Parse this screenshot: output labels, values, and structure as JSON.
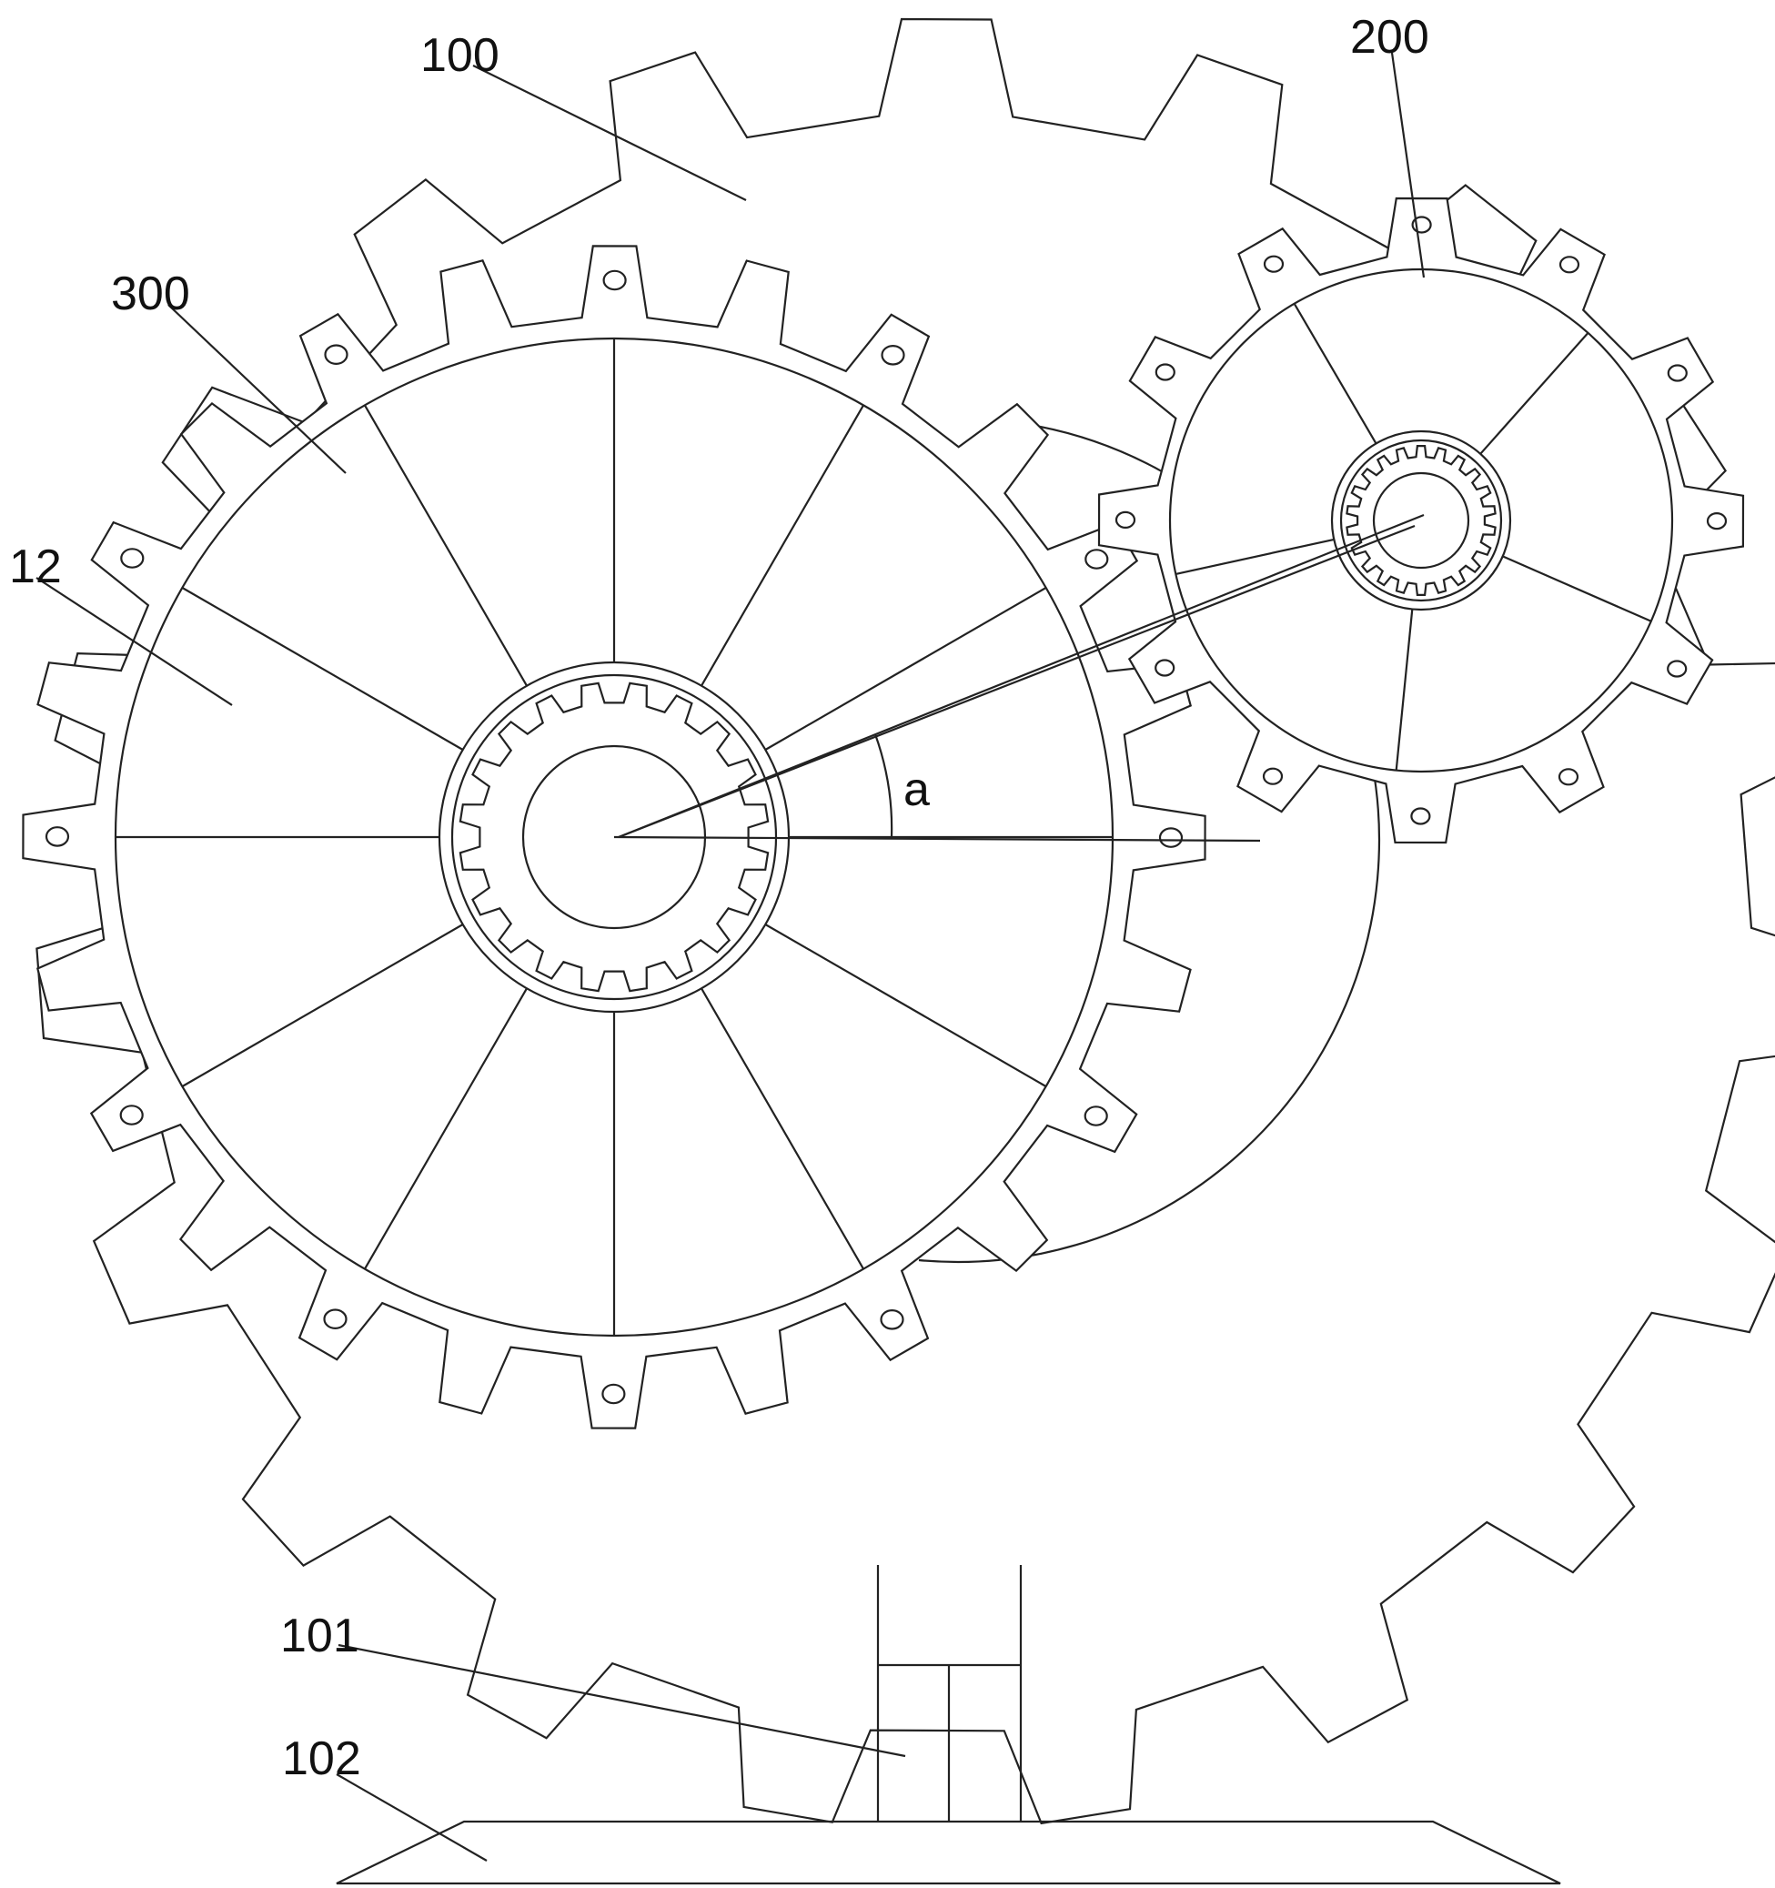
{
  "labels": {
    "l100": "100",
    "l200": "200",
    "l300": "300",
    "l12": "12",
    "l101": "101",
    "l102": "102",
    "angle": "a"
  },
  "gears": {
    "large_gear_100_teeth": 19,
    "medium_gear_300_teeth": 24,
    "small_gear_200_teeth": 12,
    "medium_gear_300_spokes": 12,
    "small_gear_200_spokes": 5,
    "hub_spline_teeth": 20,
    "small_hub_spline_teeth": 22
  },
  "colors": {
    "stroke": "#222222",
    "background": "#ffffff",
    "text": "#111111"
  }
}
